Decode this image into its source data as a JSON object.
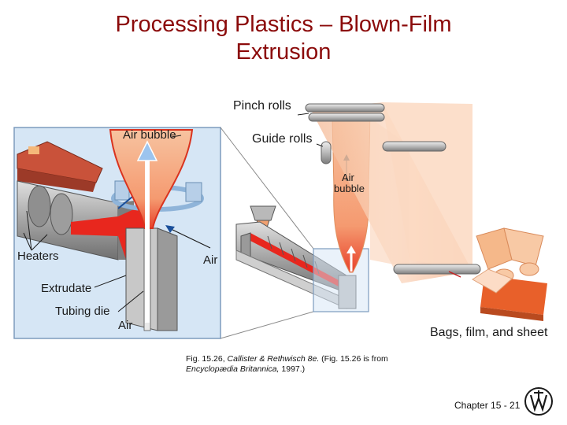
{
  "title": {
    "line1": "Processing Plastics – Blown-Film",
    "line2": "Extrusion"
  },
  "labels": {
    "pinch_rolls": "Pinch rolls",
    "guide_rolls": "Guide rolls",
    "air_bubble_main": "Air bubble",
    "air_bubble_small_1": "Air",
    "air_bubble_small_2": "bubble",
    "air_right": "Air",
    "heaters": "Heaters",
    "extrudate": "Extrudate",
    "tubing_die": "Tubing die",
    "air_bottom": "Air",
    "bags_film_sheet": "Bags, film, and sheet"
  },
  "caption": {
    "part1": "Fig. 15.26, ",
    "part2_italic": "Callister & Rethwisch 8e.",
    "part3": " (Fig. 15.26 is from ",
    "part4_italic": "Encyclopædia Britannica,",
    "part5": " 1997.)"
  },
  "footer": {
    "chapter": "Chapter 15 -",
    "page": "21"
  },
  "colors": {
    "title": "#8b0a0a",
    "film": "#f7c9a8",
    "melt": "#e8271e",
    "inset_bg": "#d6e6f5",
    "brick": "#c9523a"
  },
  "icons": [
    "publisher-logo-icon"
  ]
}
